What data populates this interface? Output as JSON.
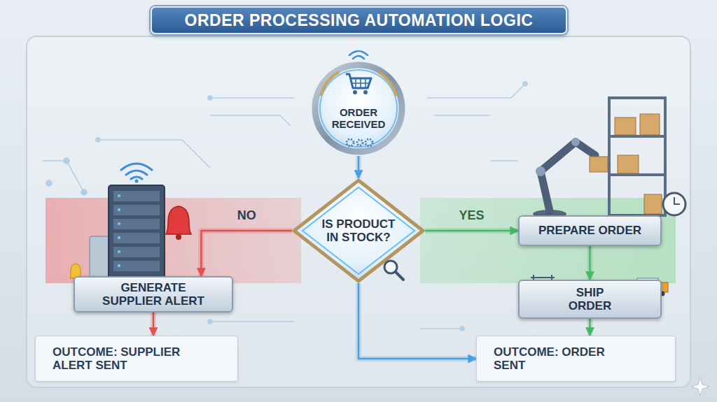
{
  "diagram": {
    "title": "ORDER PROCESSING AUTOMATION LOGIC",
    "nodes": [
      {
        "text": [
          "ORDER RECEIVED"
        ]
      },
      {
        "text": [
          "IS PRODUCT IN STOCK?"
        ]
      },
      {
        "text": [
          "PREPARE ORDER"
        ]
      },
      {
        "text": [
          "GENERATE SUPPLIER ALERT"
        ]
      },
      {
        "text": [
          "SHIP ORDER"
        ]
      },
      {
        "text": [
          "OUTCOME: SUPPLIER ALERT SENT"
        ]
      },
      {
        "text": [
          "OUTCOME: ORDER SENT"
        ]
      }
    ],
    "edges": [
      {
        "from": 0,
        "to": 1,
        "arrow": "to"
      },
      {
        "from": 1,
        "to": 3,
        "label": "NO",
        "arrow": "to"
      },
      {
        "from": 1,
        "to": 2,
        "label": "YES",
        "arrow": "to"
      },
      {
        "from": 2,
        "to": 4,
        "arrow": "to"
      },
      {
        "from": 3,
        "to": 5,
        "arrow": "to"
      },
      {
        "from": 4,
        "to": 6,
        "arrow": "to"
      },
      {
        "from": 1,
        "to": 6,
        "arrow": "to"
      }
    ]
  }
}
